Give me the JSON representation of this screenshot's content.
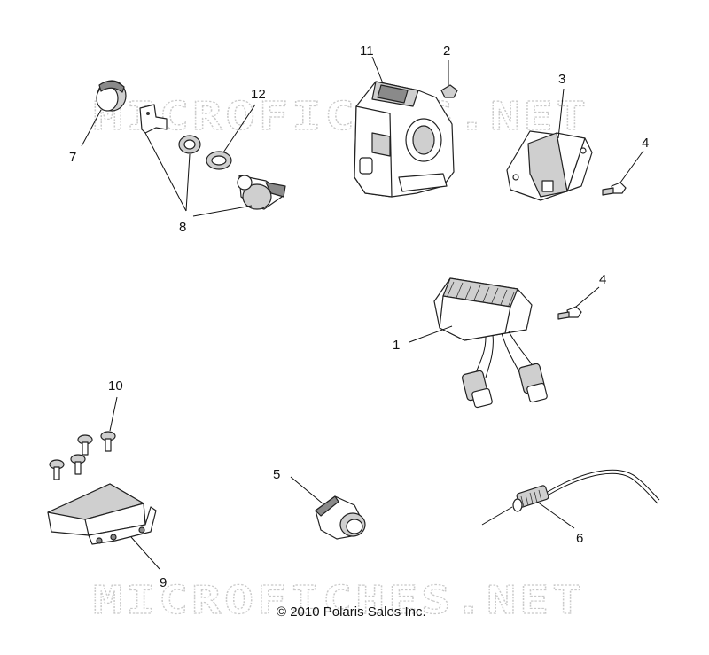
{
  "watermark": {
    "top_text": "MICROFICHES.NET",
    "bottom_text": "MICROFICHES.NET"
  },
  "copyright": "© 2010 Polaris Sales Inc.",
  "callouts": {
    "c1": "1",
    "c2": "2",
    "c3": "3",
    "c4a": "4",
    "c4b": "4",
    "c5": "5",
    "c6": "6",
    "c7": "7",
    "c8": "8",
    "c9": "9",
    "c10": "10",
    "c11": "11",
    "c12": "12"
  }
}
